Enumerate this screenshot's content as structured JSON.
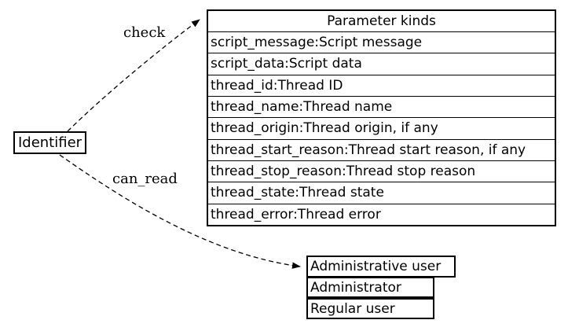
{
  "diagram": {
    "background_color": "#ffffff",
    "line_color": "#000000",
    "identifier_node": {
      "label": "Identifier"
    },
    "edges": {
      "check": {
        "label": "check",
        "style": "dashed"
      },
      "can_read": {
        "label": "can_read",
        "style": "dashed"
      }
    },
    "parameter_table": {
      "title": "Parameter kinds",
      "rows": [
        "script_message:Script message",
        "script_data:Script data",
        "thread_id:Thread ID",
        "thread_name:Thread name",
        "thread_origin:Thread origin, if any",
        "thread_start_reason:Thread start reason, if any",
        "thread_stop_reason:Thread stop reason",
        "thread_state:Thread state",
        "thread_error:Thread error"
      ]
    },
    "user_table": {
      "header": "Administrative user",
      "rows": [
        "Administrator",
        "Regular user"
      ]
    }
  }
}
